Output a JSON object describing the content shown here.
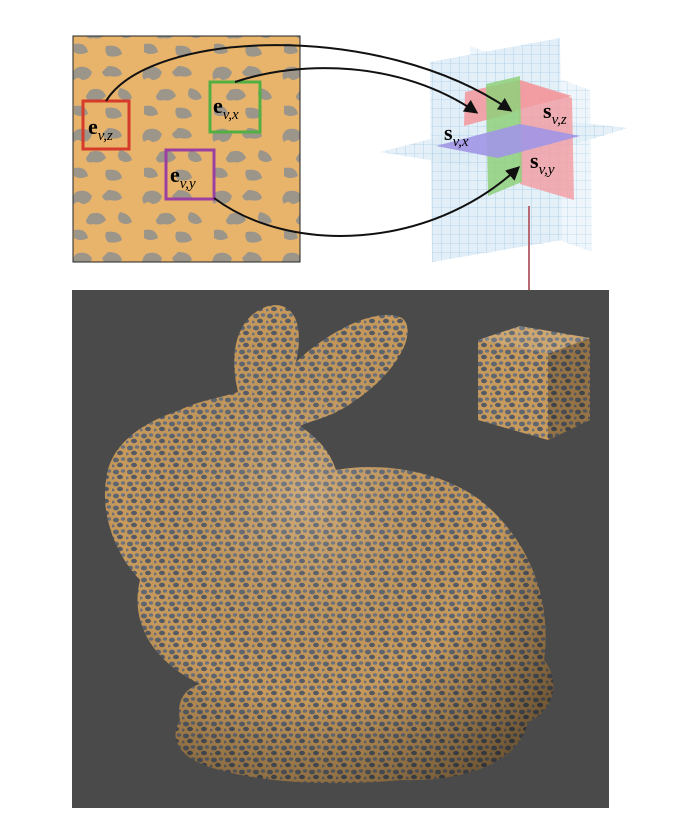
{
  "exemplar": {
    "labels": [
      {
        "main": "e",
        "sub": "v,z"
      },
      {
        "main": "e",
        "sub": "v,x"
      },
      {
        "main": "e",
        "sub": "v,y"
      }
    ]
  },
  "solid": {
    "labels": [
      {
        "main": "s",
        "sub": "v,x"
      },
      {
        "main": "s",
        "sub": "v,z"
      },
      {
        "main": "s",
        "sub": "v,y"
      }
    ]
  },
  "colors": {
    "z_box": "#d63a2a",
    "x_box": "#52b043",
    "y_box": "#9b3fa0",
    "arrow_down": "#b86a74",
    "render_bg": "#4a4a4a",
    "texture_base": "#e6b26a",
    "spot": "#8a8e92"
  }
}
